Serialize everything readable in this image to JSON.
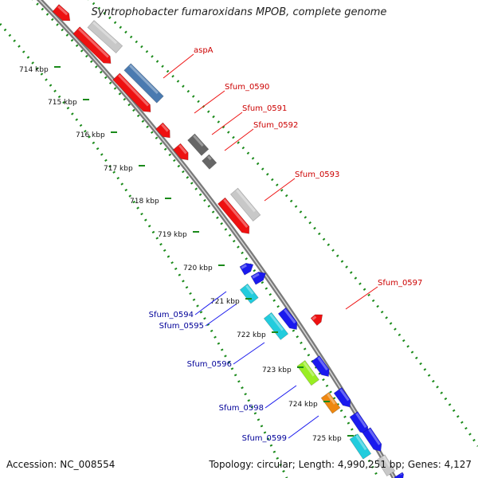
{
  "title": "Syntrophobacter fumaroxidans MPOB, complete genome",
  "footer": {
    "accession": "Accession: NC_008554",
    "summary": "Topology: circular; Length: 4,990,251 bp; Genes: 4,127"
  },
  "colors": {
    "backbone": "#7a7a7a",
    "tick": "#1a8a1a",
    "red": "#ee1111",
    "blue": "#1a1aee",
    "steel": "#4a7ab0",
    "gray": "#c8c8c8",
    "darkgray": "#666666",
    "cyan": "#22ccdd",
    "lime": "#99ee22",
    "orange": "#ee8811",
    "label_red": "#cc0000",
    "label_blue": "#000099"
  },
  "scale_ticks": [
    "714 kbp",
    "715 kbp",
    "716 kbp",
    "717 kbp",
    "718 kbp",
    "719 kbp",
    "720 kbp",
    "721 kbp",
    "722 kbp",
    "723 kbp",
    "724 kbp",
    "725 kbp"
  ],
  "gene_labels": {
    "right": [
      "aspA",
      "Sfum_0590",
      "Sfum_0591",
      "Sfum_0592",
      "Sfum_0593",
      "Sfum_0597"
    ],
    "left": [
      "Sfum_0594",
      "Sfum_0595",
      "Sfum_0596",
      "Sfum_0598",
      "Sfum_0599"
    ]
  }
}
